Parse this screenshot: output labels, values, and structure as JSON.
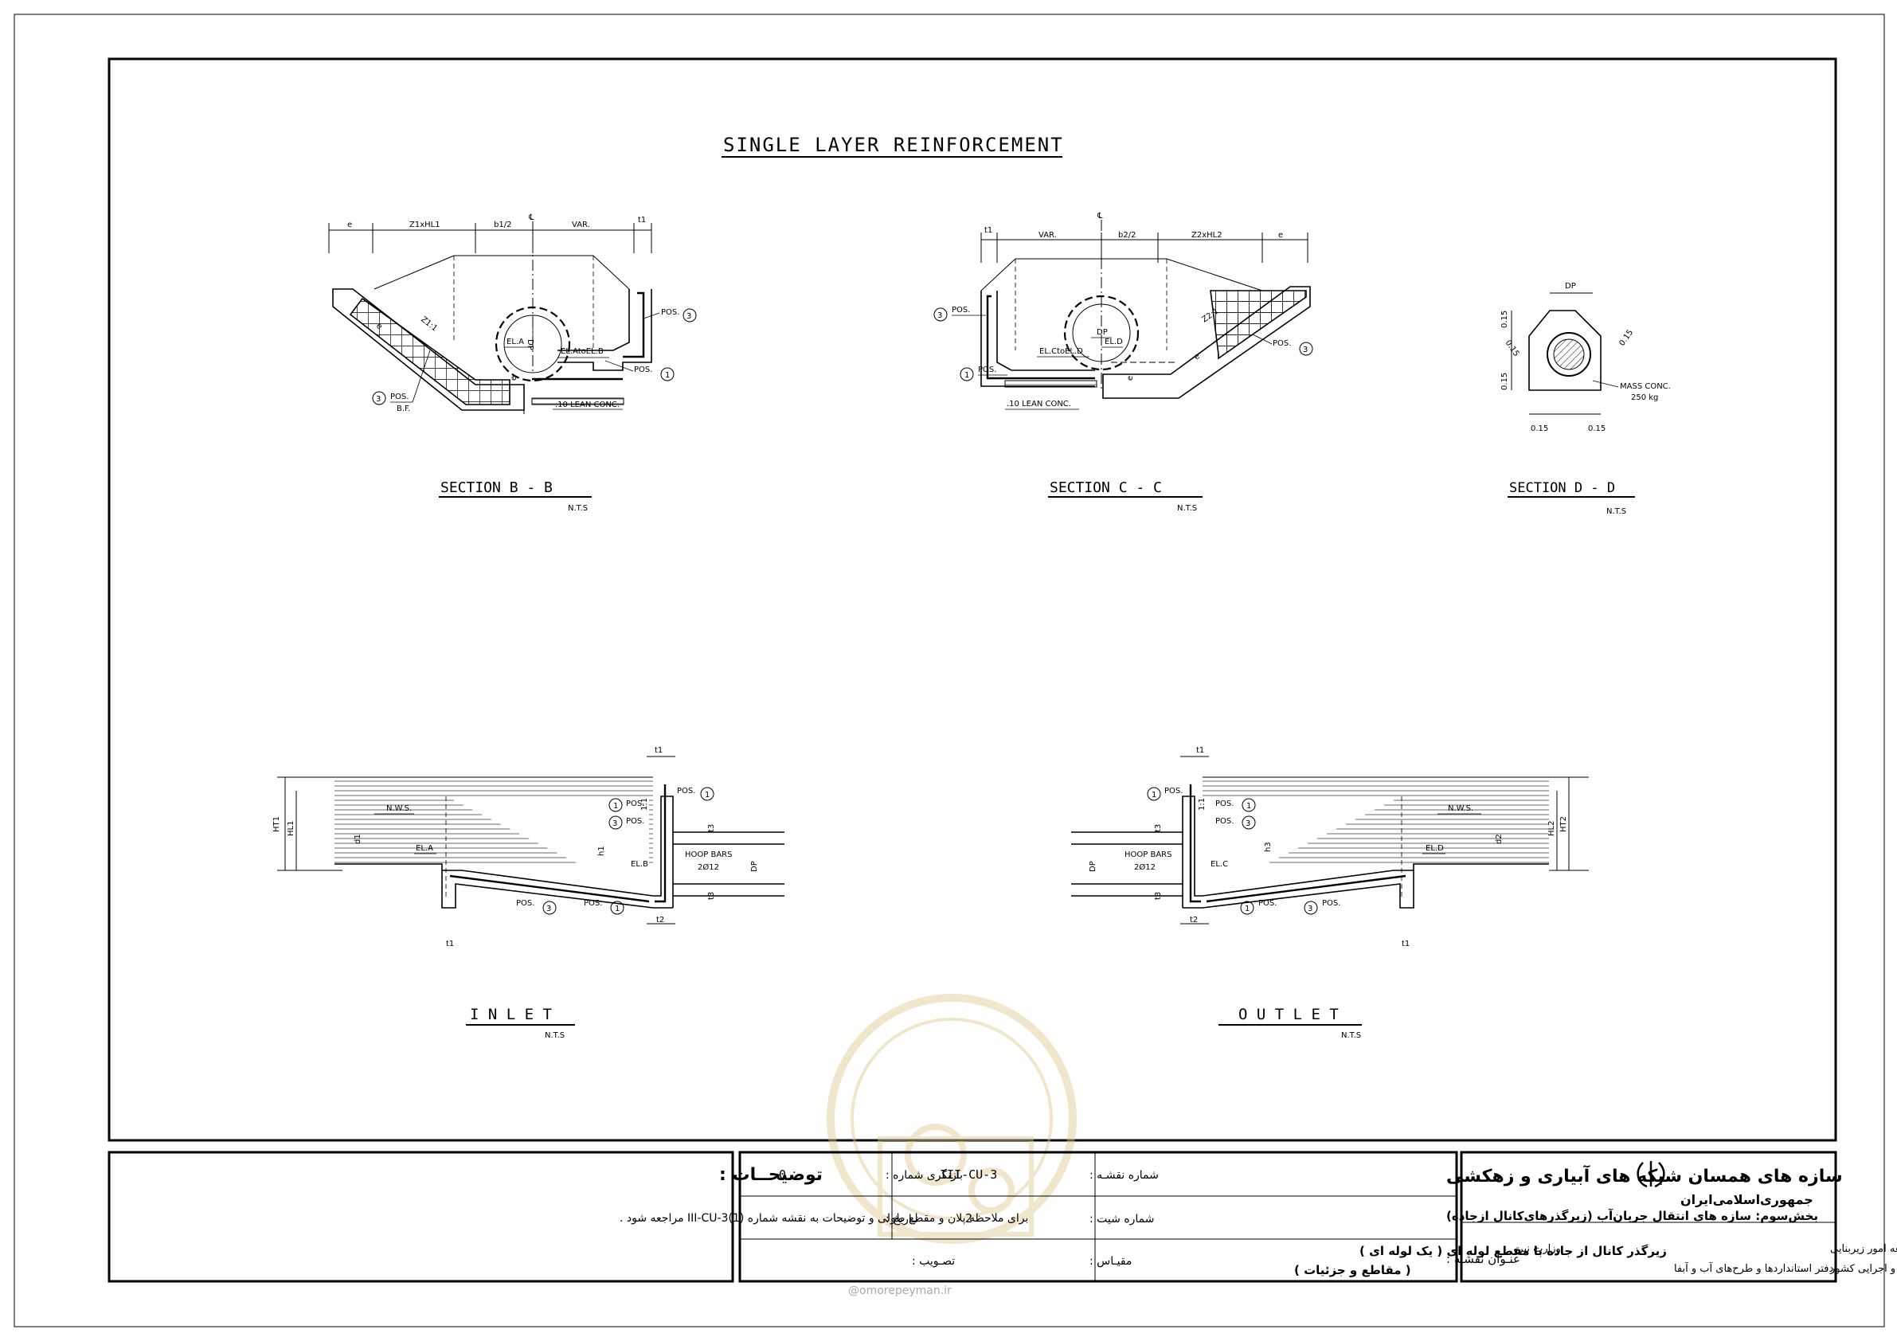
{
  "main_title": "SINGLE LAYER REINFORCEMENT",
  "sections": {
    "bb": {
      "title": "SECTION  B - B",
      "scale": "N.T.S"
    },
    "cc": {
      "title": "SECTION  C - C",
      "scale": "N.T.S"
    },
    "dd": {
      "title": "SECTION  D - D",
      "scale": "N.T.S"
    },
    "inlet": {
      "title": "I N L E T",
      "scale": "N.T.S"
    },
    "outlet": {
      "title": "O U T L E T",
      "scale": "N.T.S"
    }
  },
  "dims": {
    "e": "e",
    "z1hl1": "Z1xHL1",
    "b1_2": "b1/2",
    "var": "VAR.",
    "t1": "t1",
    "b2_2": "b2/2",
    "z2hl2": "Z2xHL2",
    "dp": "DP",
    "cl": "℄",
    "z1_1": "Z1:1",
    "z2_1": "Z2:1",
    "t2": "t2",
    "t3": "t3",
    "ht1": "HT1",
    "hl1": "HL1",
    "d1": "d1",
    "h1": "h1",
    "ht2": "HT2",
    "hl2": "HL2",
    "d2": "d2",
    "h3": "h3",
    "one_one": "1:1",
    "v015": "0.15"
  },
  "labels": {
    "pos": "POS.",
    "n1": "1",
    "n3": "3",
    "bf": "B.F.",
    "lean_conc": ".10 LEAN CONC.",
    "ela": "EL.A",
    "elb": "EL.B",
    "elc": "EL.C",
    "eld": "EL.D",
    "ela_to_elb": "EL.AtoEL.B",
    "elc_to_eld": "EL.CtoEL.D",
    "nws": "N.W.S.",
    "hoop_bars": "HOOP BARS",
    "bar_2012": "2Ø12",
    "mass_conc": "MASS CONC.",
    "mass_kg": "250 kg"
  },
  "title_block": {
    "notes_title": "توضیحــات :",
    "notes_text": "برای ملاحظه پلان و مقطع طولی و توضیحات به نقشه شماره (1)III-CU-3 مراجعه شود .",
    "project": "سازه های همسان شبکه های آبیاری و زهکشی",
    "part": "بخش‌سوم: سازه های انتقال جریان‌آب (زیرگذرهای‌کانال ازجاده)",
    "drawing_title_label": "عنـوان نقشـه :",
    "drawing_title_1": "زیرگذر کانال از جاده با مقطع لوله ای ( یک لوله ای )",
    "drawing_title_2": "( مقاطع و جزئیات )",
    "drawing_no_label": "شماره نقشـه :",
    "drawing_no": "III-CU-3",
    "revision_label": "بازنگری شماره :",
    "revision": "0",
    "sheet_label": "شماره شیت :",
    "sheet": "2",
    "date_label": "تـاریخ :",
    "scale_label": "مقیـاس :",
    "approval_label": "تصـویب :",
    "country": "جمهوری‌اسلامی‌ایران",
    "ministry": "وزارت نیرو",
    "deputy": "معاونت فنی و توسعه امور زیربنایی",
    "affairs": "امور نظام فنی و اجرایی کشور",
    "office": "دفتر استانداردها و طرح‌های آب و آبفا",
    "watermark": "@omorepeyman.ir"
  }
}
